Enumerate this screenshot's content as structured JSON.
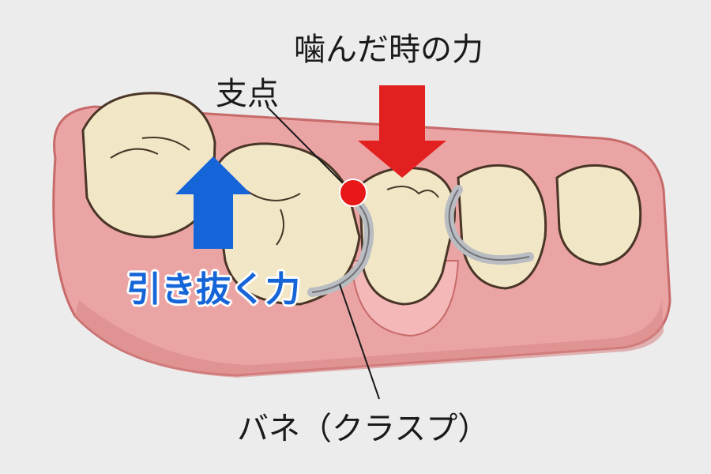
{
  "labels": {
    "bite_force": "噛んだ時の力",
    "fulcrum": "支点",
    "pull_force": "引き抜く力",
    "spring": "バネ（クラスプ）"
  },
  "colors": {
    "background": "#ececec",
    "gum": "#eba4a4",
    "gum_dark": "#c76a6a",
    "tooth": "#f1e7c7",
    "outline": "#4a3527",
    "clasp": "#b9bcc0",
    "bite_arrow": "#e32020",
    "pull_arrow": "#1565d8",
    "fulcrum_dot": "#e81818"
  },
  "icons": {
    "bite_arrow": "arrow-down-icon",
    "pull_arrow": "arrow-up-icon",
    "fulcrum": "dot-icon"
  }
}
